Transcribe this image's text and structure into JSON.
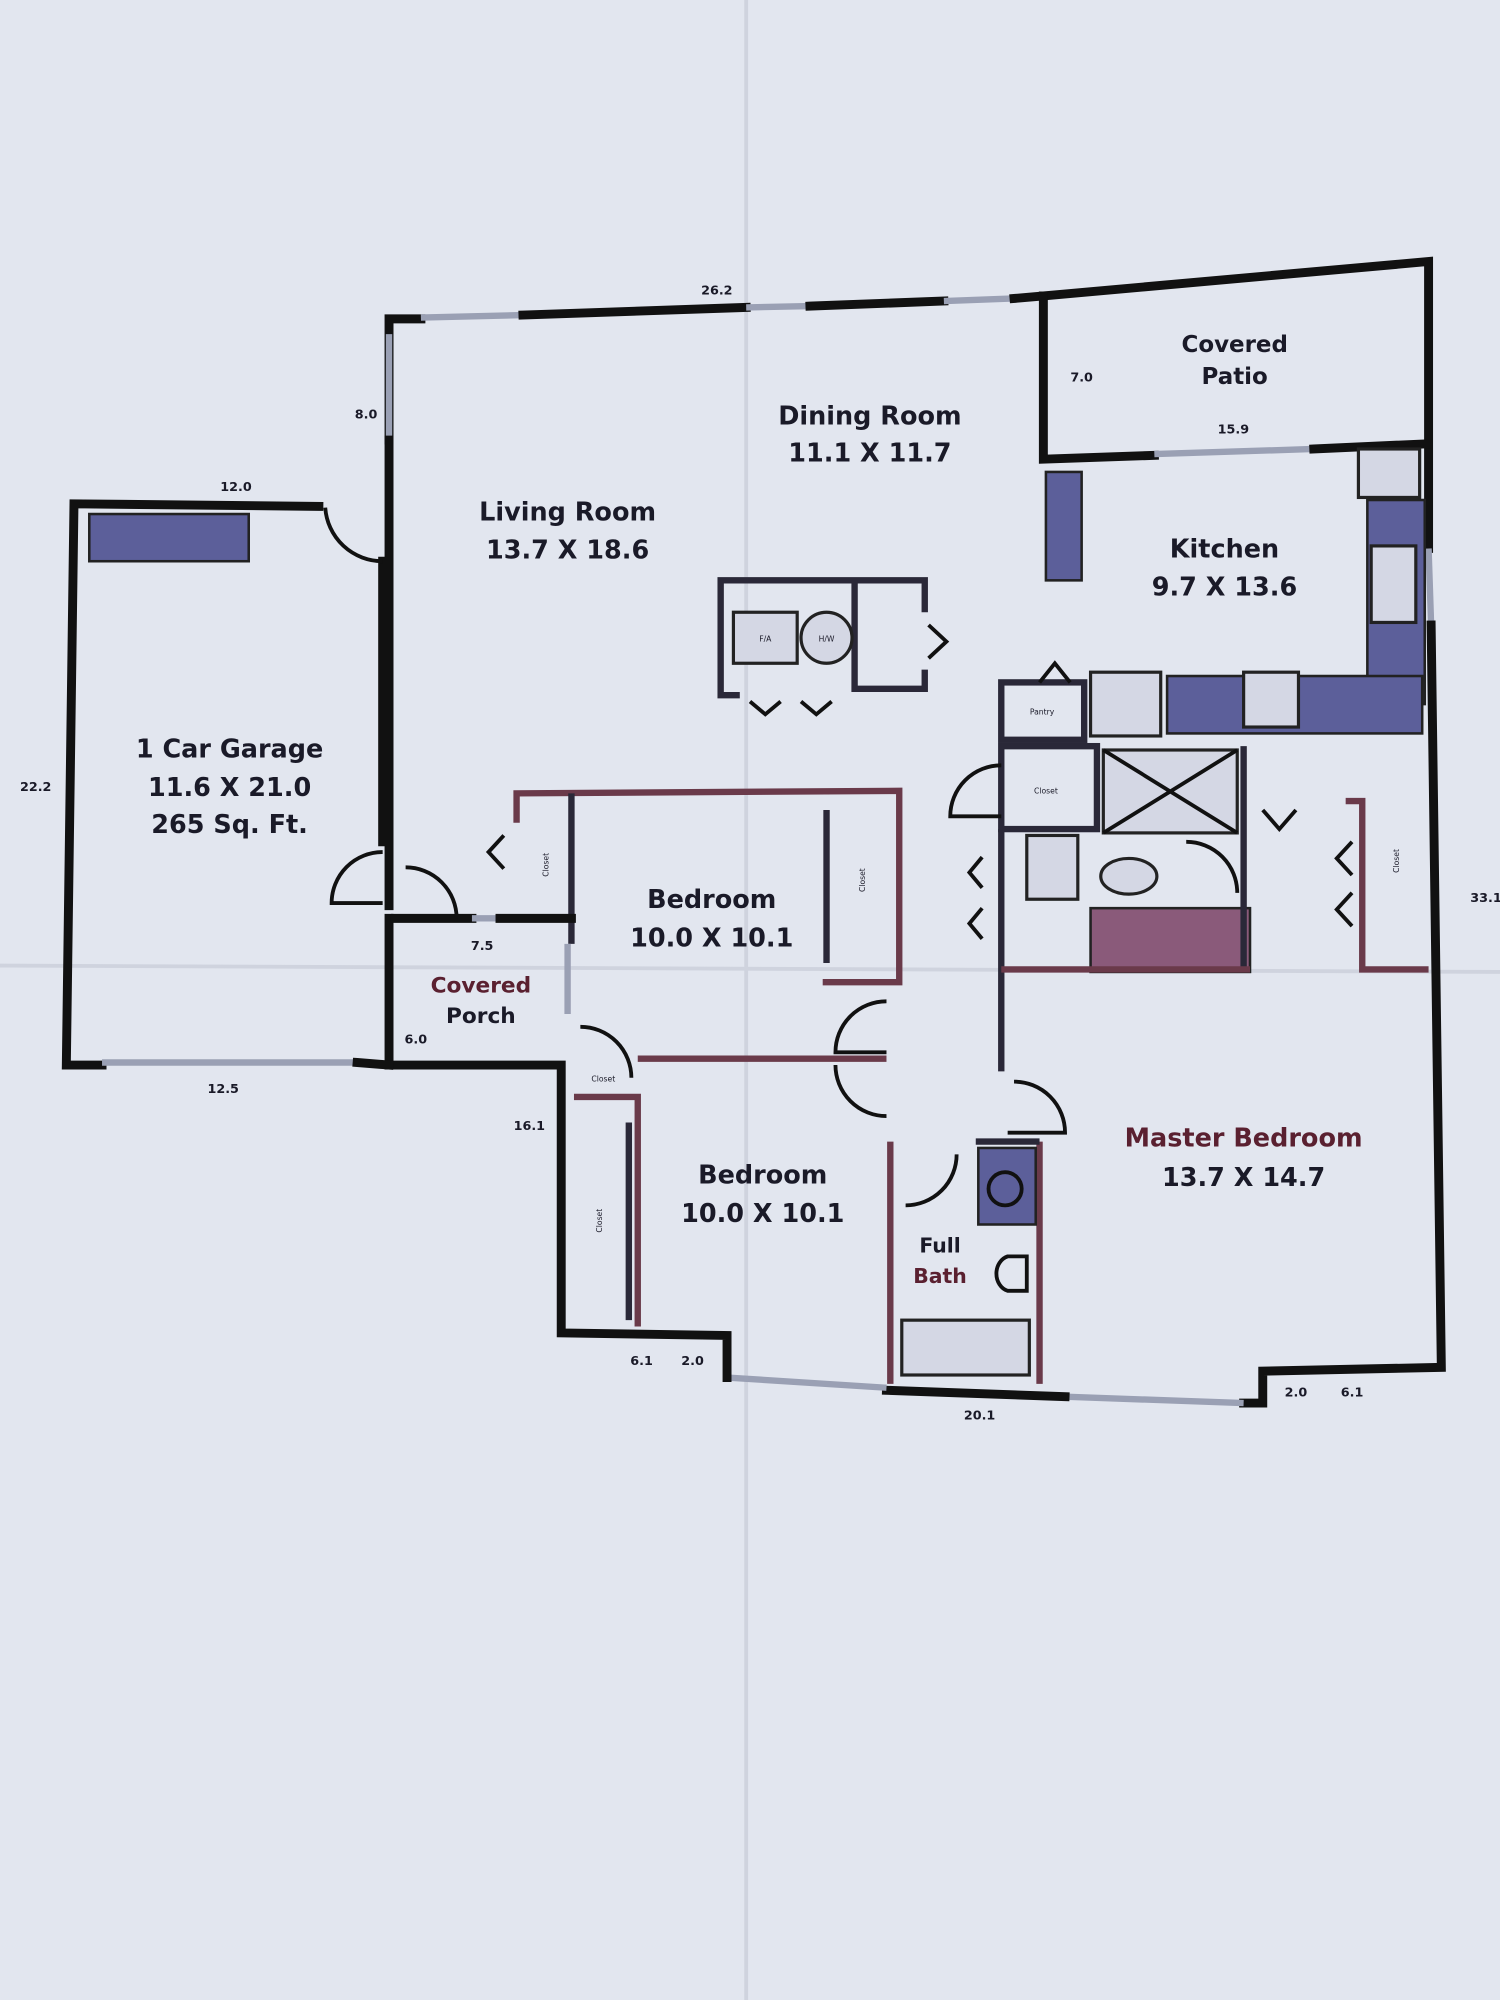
{
  "rooms": {
    "living": {
      "name": "Living Room",
      "size": "13.7 X 18.6"
    },
    "dining": {
      "name": "Dining Room",
      "size": "11.1 X 11.7"
    },
    "patio": {
      "name1": "Covered",
      "name2": "Patio"
    },
    "kitchen": {
      "name": "Kitchen",
      "size": "9.7 X 13.6"
    },
    "garage": {
      "name": "1 Car Garage",
      "size": "11.6 X 21.0",
      "area": "265 Sq. Ft."
    },
    "bedroom1": {
      "name": "Bedroom",
      "size": "10.0 X 10.1"
    },
    "bedroom2": {
      "name": "Bedroom",
      "size": "10.0 X 10.1"
    },
    "porch": {
      "name1": "Covered",
      "name2": "Porch"
    },
    "master": {
      "name": "Master Bedroom",
      "size": "13.7 X 14.7"
    },
    "bath": {
      "name1": "Full",
      "name2": "Bath"
    }
  },
  "labels": {
    "closet": "Closet",
    "pantry": "Pantry",
    "furnace": "F/A",
    "water_heater": "H/W"
  },
  "dimensions": {
    "top": "26.2",
    "living_left": "8.0",
    "garage_top": "12.0",
    "garage_left": "22.2",
    "garage_bottom": "12.5",
    "patio_side": "7.0",
    "patio_bottom": "15.9",
    "porch_top": "7.5",
    "porch_side": "6.0",
    "bed2_left": "16.1",
    "bottom_left_a": "6.1",
    "bottom_left_b": "2.0",
    "bottom": "20.1",
    "bottom_right_a": "2.0",
    "bottom_right_b": "6.1",
    "right": "33.1"
  }
}
